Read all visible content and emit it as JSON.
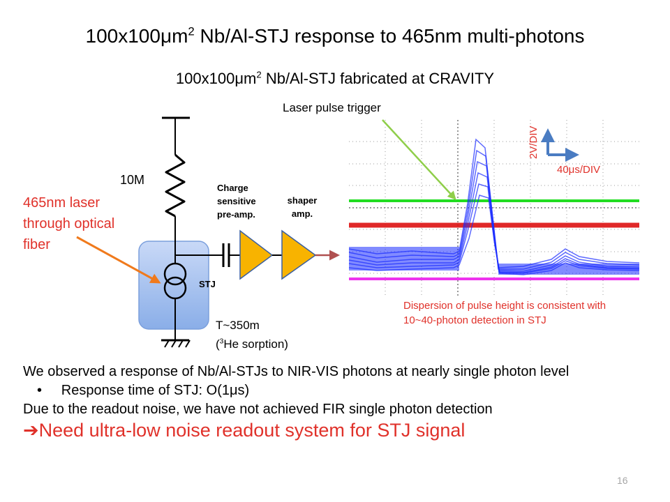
{
  "slide": {
    "title_prefix": "100x100",
    "title_mu": "μ",
    "title_unit": "m",
    "title_sup": "2",
    "title_rest": " Nb/Al-STJ response to 465nm multi-photons",
    "subtitle_prefix": "100x100",
    "subtitle_mu": "μ",
    "subtitle_unit": "m",
    "subtitle_sup": "2",
    "subtitle_rest": " Nb/Al-STJ fabricated at CRAVITY",
    "page_number": "16"
  },
  "circuit": {
    "resistor_label": "10M",
    "laser_label": "465nm laser through optical fiber",
    "charge_amp_label": "Charge sensitive pre-amp.",
    "shaper_label": "shaper amp.",
    "stj_label": "STJ",
    "temperature_line1": "T~350m",
    "temperature_line2_sup": "3",
    "temperature_line2_pre": "(",
    "temperature_line2_rest": "He sorption)"
  },
  "scope": {
    "trigger_label": "Laser pulse trigger",
    "vertical_scale": "2V/DIV",
    "horizontal_scale": "40μs/DIV",
    "dispersion_note": "Dispersion of pulse height  is consistent with 10~40-photon detection in STJ",
    "trace_colors": {
      "green": "#22dd22",
      "red": "#dd1111",
      "blue": "#1a2bff",
      "magenta": "#ee33ee"
    }
  },
  "body": {
    "line1": "We observed a response of Nb/Al-STJs to NIR-VIS photons at nearly single photon level",
    "bullet": "Response time of STJ: O(1μs)",
    "line2": "Due to the readout noise, we have not achieved FIR single photon detection",
    "conclusion_arrow": "➔",
    "conclusion": "Need ultra-low noise readout system for STJ signal"
  },
  "colors": {
    "accent_red": "#e0312a",
    "arrow_orange": "#f07a1c",
    "arrow_green": "#8fce4a",
    "axis_blue": "#4a7cc2"
  }
}
